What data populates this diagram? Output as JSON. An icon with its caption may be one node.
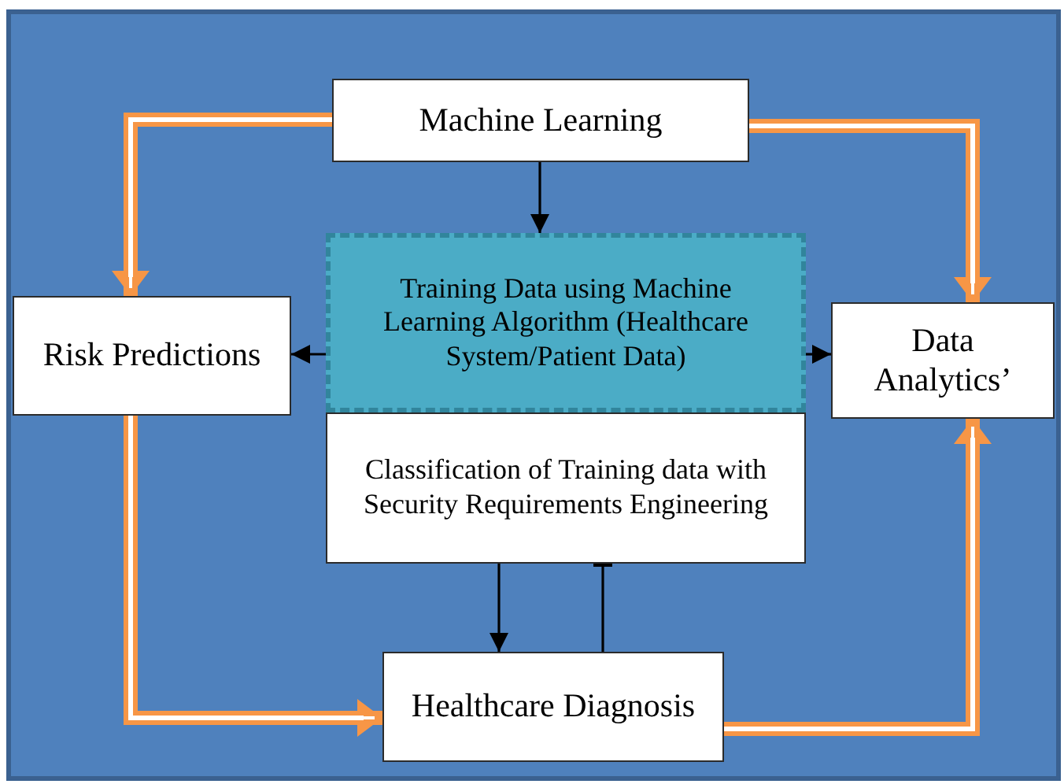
{
  "diagram": {
    "nodes": [
      {
        "text": [
          "Machine Learning"
        ]
      },
      {
        "text": [
          "Training Data using Machine Learning Algorithm (Healthcare System/Patient Data)"
        ]
      },
      {
        "text": [
          "Classification of Training data with Security Requirements Engineering"
        ]
      },
      {
        "text": [
          "Risk Predictions"
        ]
      },
      {
        "text": [
          "Data Analytics’"
        ]
      },
      {
        "text": [
          "Healthcare Diagnosis"
        ]
      }
    ],
    "edges": [
      {
        "from": 0,
        "to": 3,
        "arrow": "to",
        "style": "thick",
        "color": "#f79646"
      },
      {
        "from": 0,
        "to": 4,
        "arrow": "to",
        "style": "thick",
        "color": "#f79646"
      },
      {
        "from": 0,
        "to": 1,
        "arrow": "to"
      },
      {
        "from": 1,
        "to": 3,
        "arrow": "to"
      },
      {
        "from": 1,
        "to": 4,
        "arrow": "to"
      },
      {
        "from": 3,
        "to": 5,
        "arrow": "to",
        "style": "thick",
        "color": "#f79646"
      },
      {
        "from": 5,
        "to": 4,
        "arrow": "to",
        "style": "thick",
        "color": "#f79646"
      },
      {
        "from": 2,
        "to": 5,
        "arrow": "to"
      },
      {
        "from": 5,
        "to": 2,
        "arrow": "other"
      }
    ]
  }
}
